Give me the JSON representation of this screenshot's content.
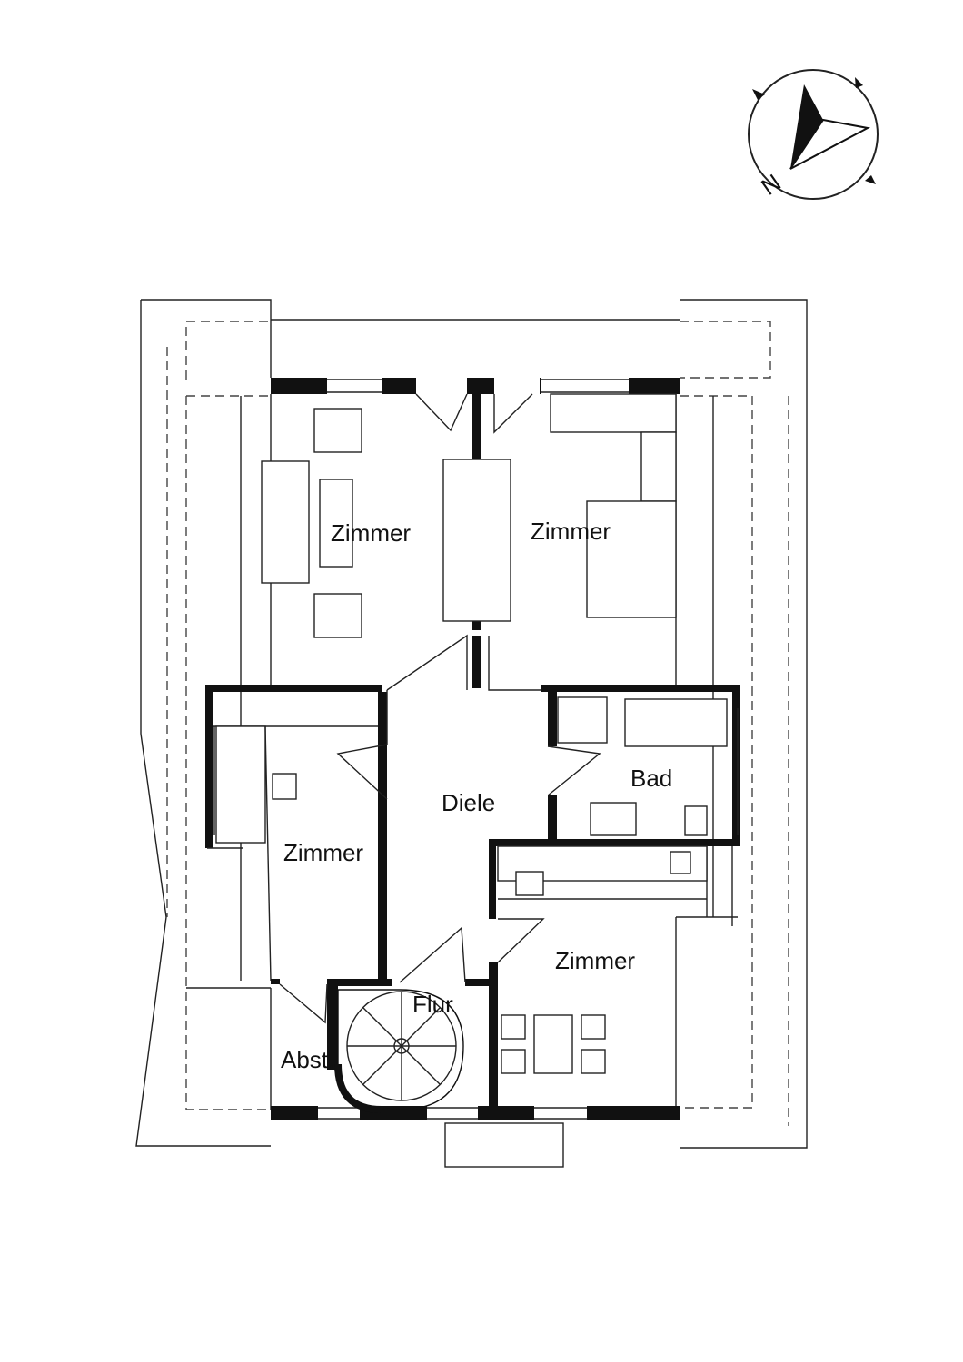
{
  "colors": {
    "line": "#111111",
    "background": "#ffffff"
  },
  "compass": {
    "icon": "north-arrow-compass-icon",
    "north_label": "N"
  },
  "rooms": [
    {
      "id": "zimmer-nw",
      "label": "Zimmer"
    },
    {
      "id": "zimmer-ne",
      "label": "Zimmer"
    },
    {
      "id": "bad",
      "label": "Bad"
    },
    {
      "id": "diele",
      "label": "Diele"
    },
    {
      "id": "zimmer-w",
      "label": "Zimmer"
    },
    {
      "id": "zimmer-se",
      "label": "Zimmer"
    },
    {
      "id": "flur",
      "label": "Flur"
    },
    {
      "id": "abst",
      "label": "Abst."
    }
  ]
}
